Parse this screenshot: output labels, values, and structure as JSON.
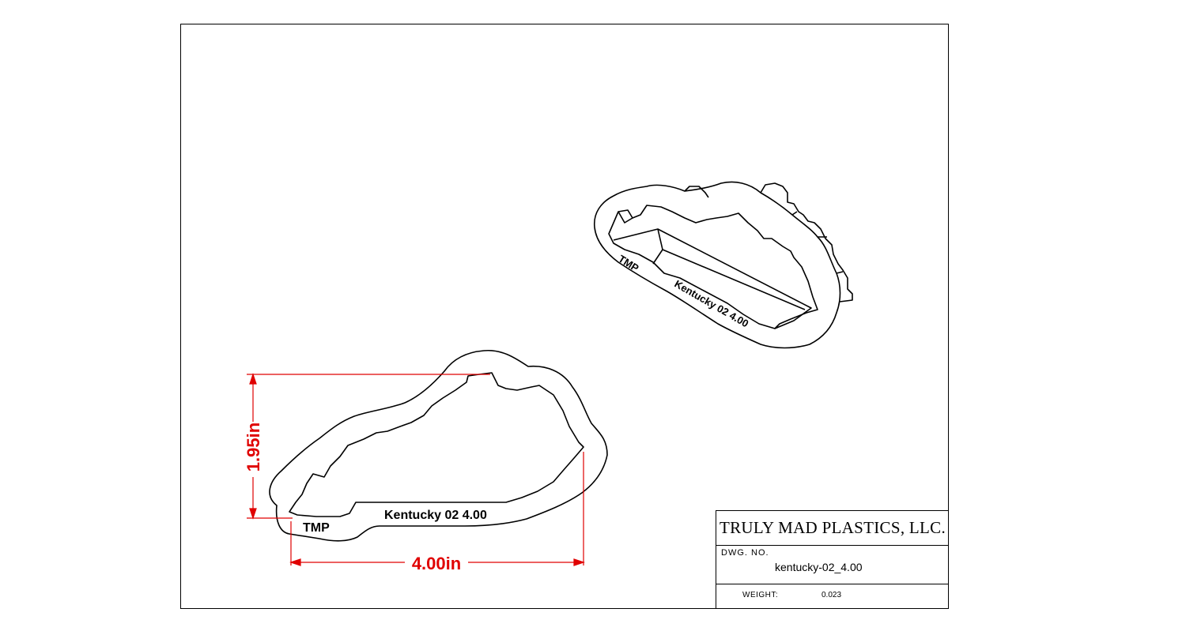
{
  "title_block": {
    "company": "TRULY MAD PLASTICS, LLC.",
    "dwg_no_label": "DWG. NO.",
    "dwg_no": "kentucky-02_4.00",
    "weight_label": "WEIGHT:",
    "weight": "0.023"
  },
  "dimensions": {
    "height": "1.95in",
    "width": "4.00in"
  },
  "part_labels": {
    "brand": "TMP",
    "name": "Kentucky 02  4.00"
  },
  "iso_labels": {
    "brand": "TMP",
    "name": "Kentucky 02  4.00"
  },
  "colors": {
    "dimension": "#e00000",
    "line": "#000000"
  }
}
